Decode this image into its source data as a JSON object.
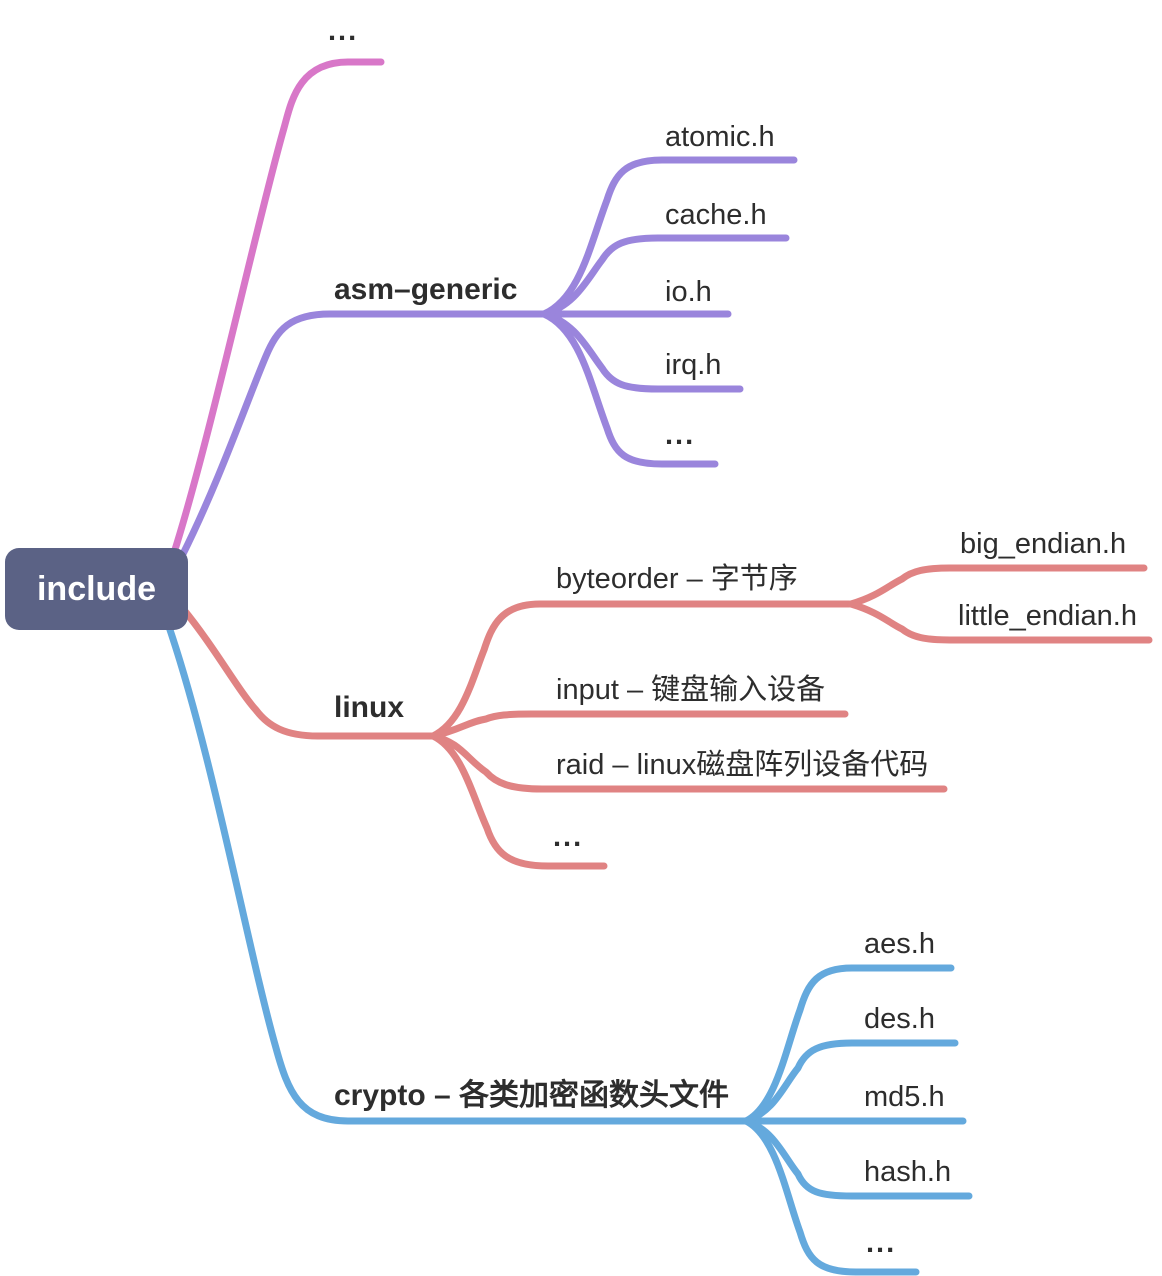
{
  "colors": {
    "pink": "#d877c8",
    "purple": "#9a85dc",
    "red": "#e08383",
    "blue": "#64a9dd",
    "root_bg": "#5b6285",
    "root_text": "#ffffff",
    "text": "#2d2d2d"
  },
  "root": {
    "label": "include"
  },
  "branches": {
    "top": {
      "label": "..."
    },
    "asm_generic": {
      "label": "asm–generic",
      "children": {
        "atomic": "atomic.h",
        "cache": "cache.h",
        "io": "io.h",
        "irq": "irq.h",
        "more": "..."
      }
    },
    "linux": {
      "label": "linux",
      "children": {
        "byteorder": {
          "label": "byteorder – 字节序",
          "children": {
            "big": "big_endian.h",
            "little": "little_endian.h"
          }
        },
        "input": {
          "label": "input – 键盘输入设备"
        },
        "raid": {
          "label": "raid – linux磁盘阵列设备代码"
        },
        "more": {
          "label": "..."
        }
      }
    },
    "crypto": {
      "label": "crypto – 各类加密函数头文件",
      "children": {
        "aes": "aes.h",
        "des": "des.h",
        "md5": "md5.h",
        "hash": "hash.h",
        "more": "..."
      }
    }
  }
}
